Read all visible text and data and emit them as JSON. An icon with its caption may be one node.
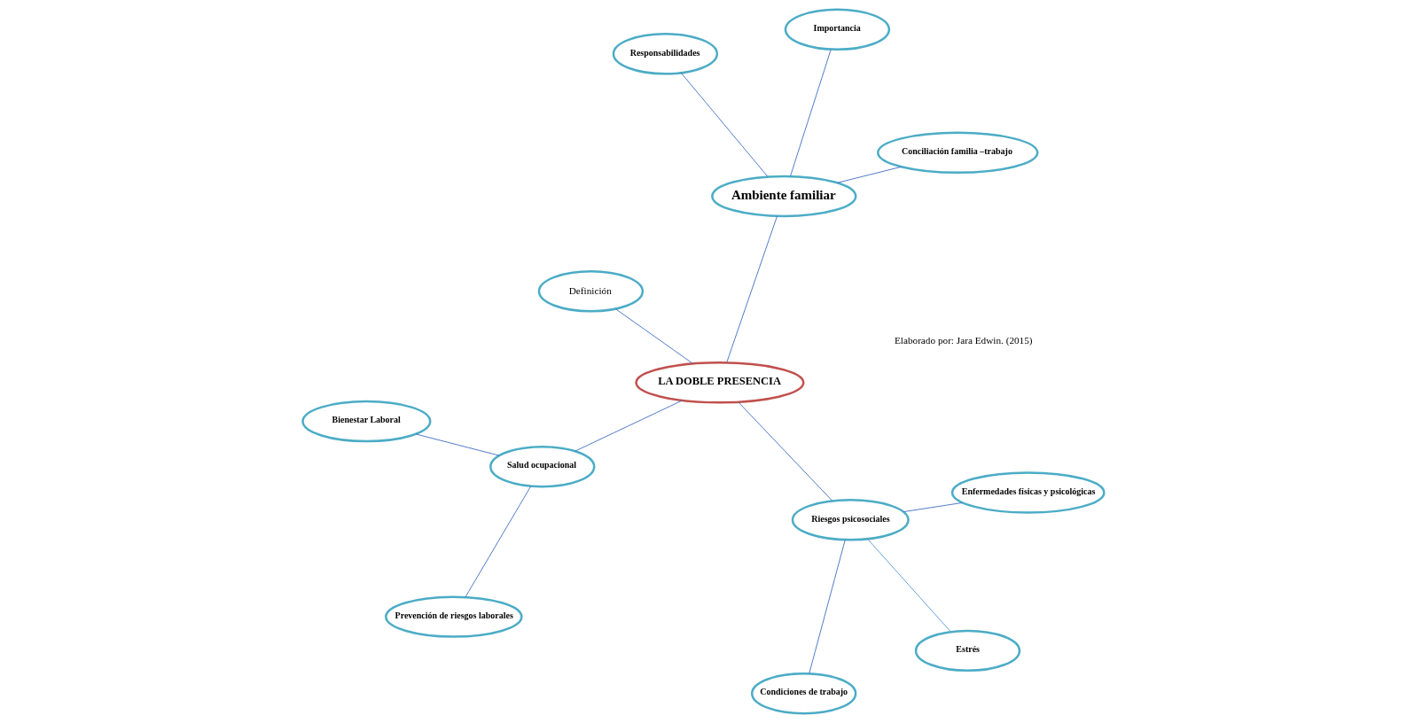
{
  "diagram": {
    "nodes": [
      {
        "text": [
          "LA DOBLE PRESENCIA"
        ]
      },
      {
        "text": [
          "Ambiente familiar"
        ]
      },
      {
        "text": [
          "Conciliación familia –trabajo"
        ]
      },
      {
        "text": [
          "Responsabilidades"
        ]
      },
      {
        "text": [
          "Importancia"
        ]
      },
      {
        "text": [
          "Definición"
        ]
      },
      {
        "text": [
          "Salud ocupacional"
        ]
      },
      {
        "text": [
          "Prevención de riesgos laborales"
        ]
      },
      {
        "text": [
          "Bienestar Laboral"
        ]
      },
      {
        "text": [
          "Riesgos psicosociales"
        ]
      },
      {
        "text": [
          "Estrés"
        ]
      },
      {
        "text": [
          "Condiciones de trabajo"
        ]
      },
      {
        "text": [
          "Enfermedades físicas y psicológicas"
        ]
      }
    ],
    "edges": [
      {
        "from": 1,
        "to": 0,
        "arrow": "none"
      },
      {
        "from": 5,
        "to": 0,
        "arrow": "none"
      },
      {
        "from": 6,
        "to": 0,
        "arrow": "none"
      },
      {
        "from": 0,
        "to": 9,
        "arrow": "none"
      },
      {
        "from": 2,
        "to": 1,
        "arrow": "none"
      },
      {
        "from": 3,
        "to": 1,
        "arrow": "none"
      },
      {
        "from": 4,
        "to": 1,
        "arrow": "none"
      },
      {
        "from": 7,
        "to": 6,
        "arrow": "none"
      },
      {
        "from": 6,
        "to": 8,
        "arrow": "none"
      },
      {
        "from": 10,
        "to": 9,
        "arrow": "none",
        "color": "#5b9bd5"
      },
      {
        "from": 11,
        "to": 9,
        "arrow": "none"
      },
      {
        "from": 12,
        "to": 9,
        "arrow": "none"
      }
    ],
    "labels": [
      "Elaborado por: Jara Edwin. (2015)"
    ]
  }
}
